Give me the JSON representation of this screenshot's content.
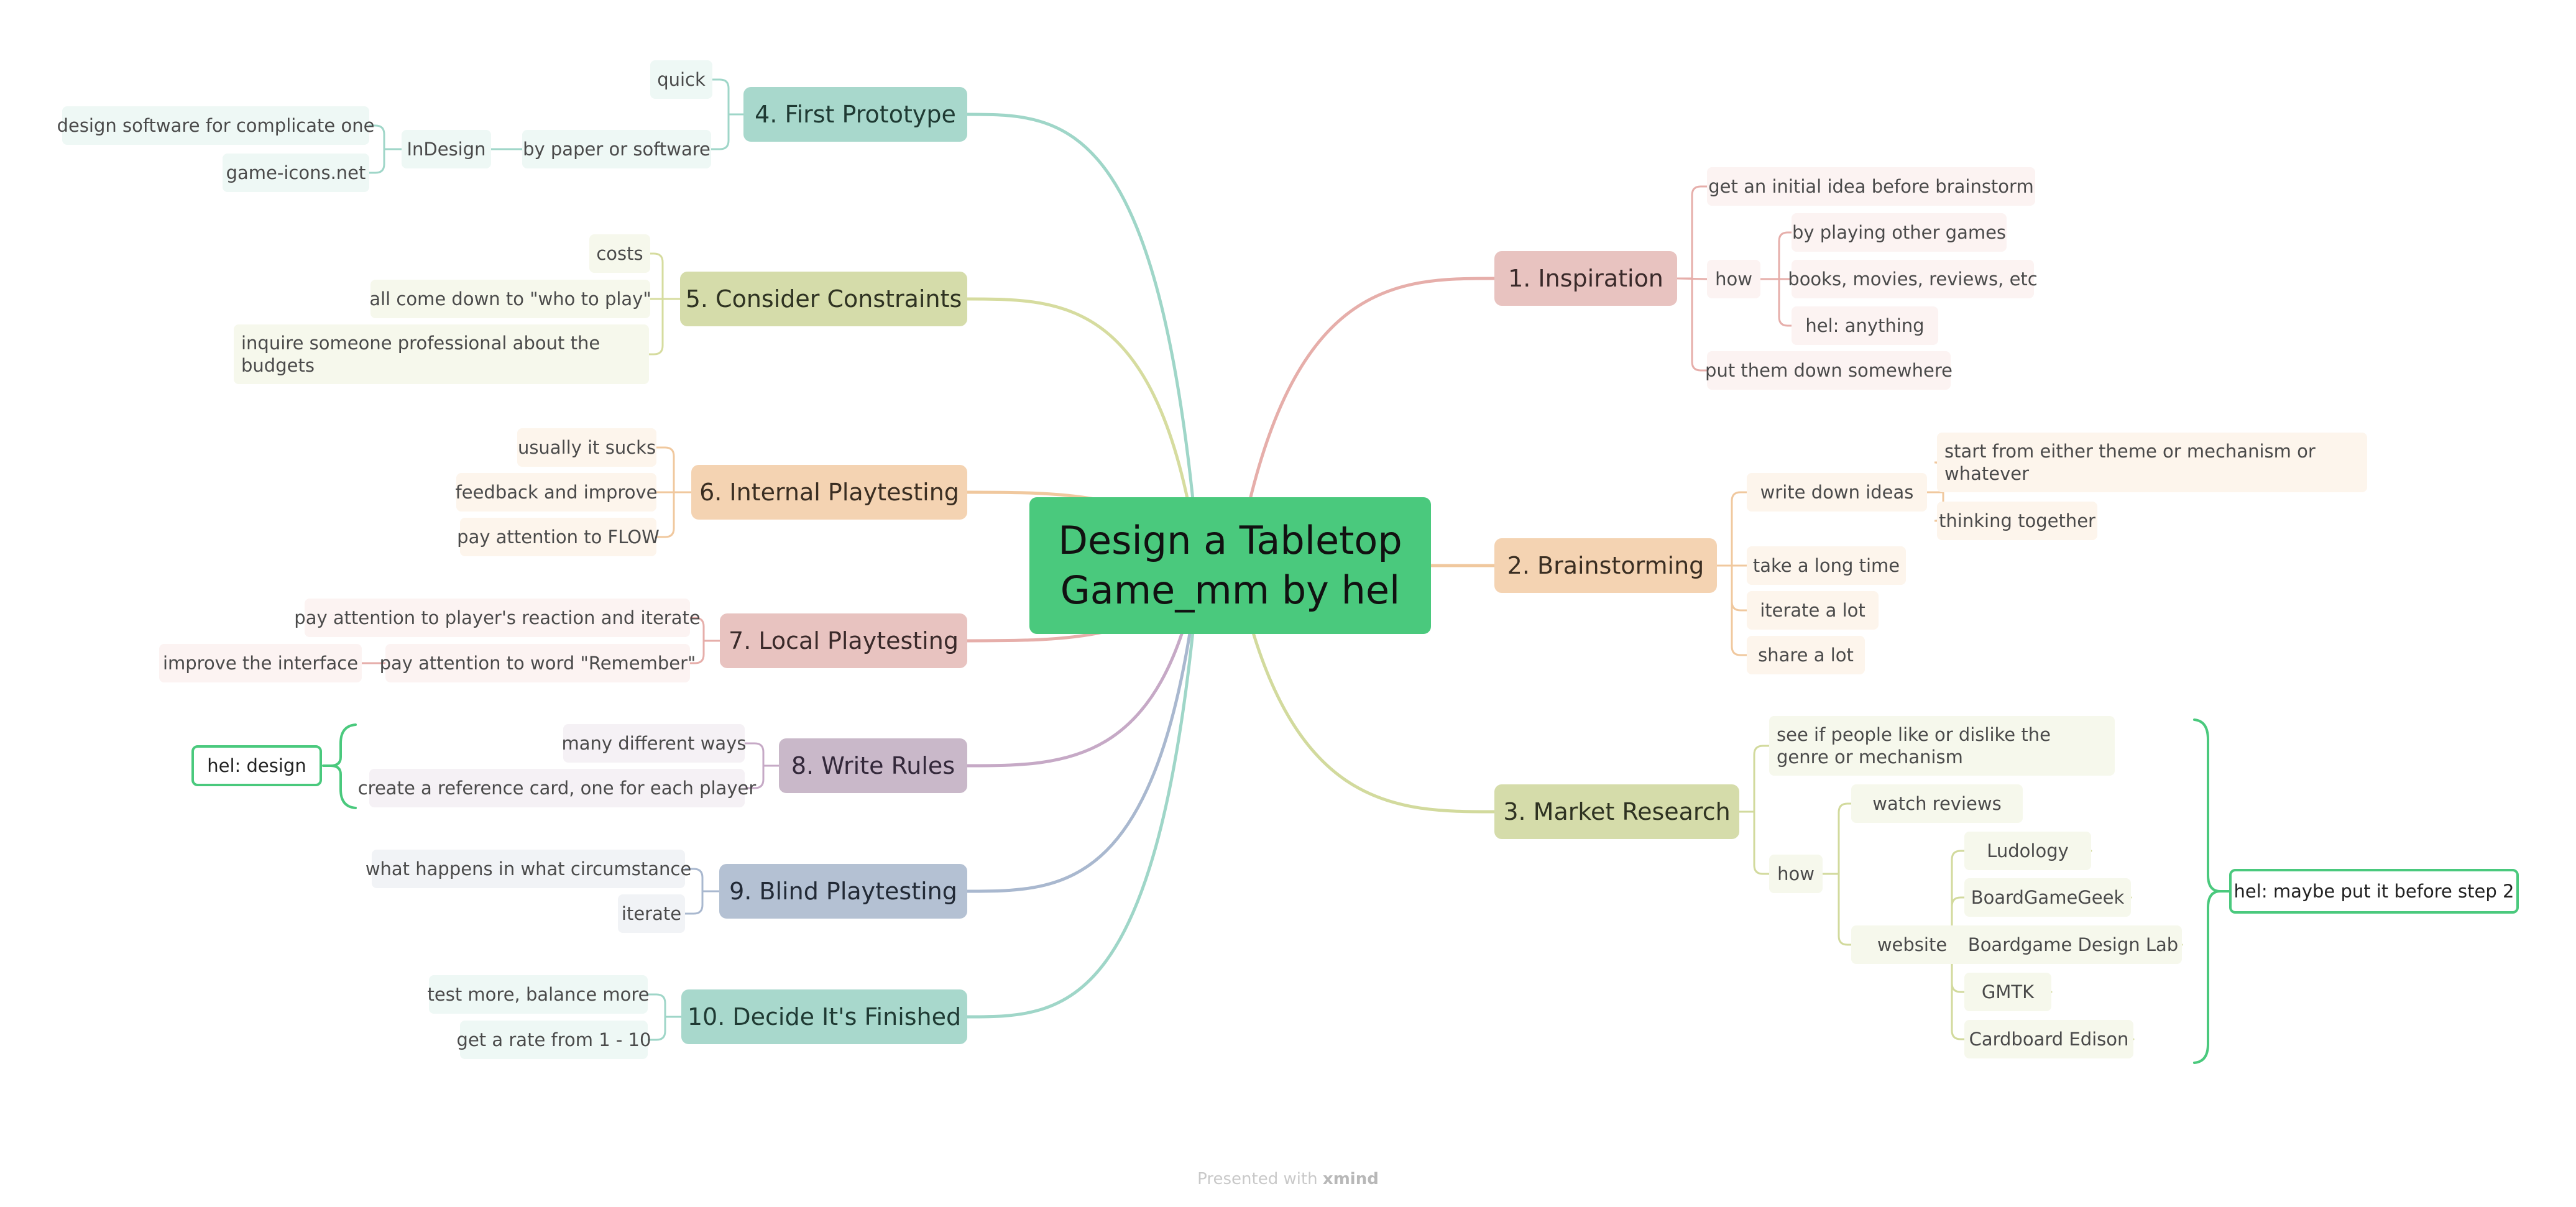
{
  "title": "Design a Tabletop Game_mm by hel",
  "footer": {
    "presented": "Presented with",
    "brand": "xmind"
  },
  "colors": {
    "root": "#4ac97d",
    "note_border": "#4ac97d",
    "b1": {
      "fill": "#e8c3c0",
      "text": "#3a2a2a",
      "leaf": "#fcf3f2",
      "line": "#e6aeaa"
    },
    "b2": {
      "fill": "#f4d3b2",
      "text": "#3a2e22",
      "leaf": "#fdf5ec",
      "line": "#f0c89e"
    },
    "b3": {
      "fill": "#d5dcaa",
      "text": "#2f3322",
      "leaf": "#f6f8ec",
      "line": "#d2da9d"
    },
    "b4": {
      "fill": "#a8d8cc",
      "text": "#1f3a33",
      "leaf": "#eef8f5",
      "line": "#9fd6c8"
    },
    "b5": {
      "fill": "#d5dcaa",
      "text": "#2f3322",
      "leaf": "#f6f8ec",
      "line": "#d6dc9f"
    },
    "b6": {
      "fill": "#f4d3b2",
      "text": "#3a2e22",
      "leaf": "#fdf5ec",
      "line": "#f0c89e"
    },
    "b7": {
      "fill": "#e8c3c0",
      "text": "#3a2a2a",
      "leaf": "#fcf3f2",
      "line": "#e6aeaa"
    },
    "b8": {
      "fill": "#c9b8c9",
      "text": "#33283a",
      "leaf": "#f5f1f5",
      "line": "#c6a9c6"
    },
    "b9": {
      "fill": "#b4c1d3",
      "text": "#222a36",
      "leaf": "#f1f3f6",
      "line": "#a9b8cf"
    },
    "b10": {
      "fill": "#a8d8cc",
      "text": "#1f3a33",
      "leaf": "#eef8f5",
      "line": "#9fd6c8"
    }
  },
  "mindmap": {
    "b1": {
      "label": "1. Inspiration",
      "items": {
        "initial": "get an initial idea before brainstorm",
        "how": "how",
        "playing": "by playing other games",
        "books": "books, movies, reviews, etc",
        "anything": "hel: anything",
        "putdown": "put them down somewhere"
      }
    },
    "b2": {
      "label": "2. Brainstorming",
      "items": {
        "write": "write down ideas",
        "start": "start from either theme or mechanism or whatever",
        "together": "thinking together",
        "long": "take a long time",
        "iterate": "iterate a lot",
        "share": "share a lot"
      }
    },
    "b3": {
      "label": "3. Market Research",
      "items": {
        "see": "see if people like or dislike the genre or mechanism",
        "how": "how",
        "watch": "watch reviews",
        "website": "website",
        "ludology": "Ludology",
        "bgg": "BoardGameGeek",
        "lab": "Boardgame Design Lab",
        "gmtk": "GMTK",
        "cardboard": "Cardboard Edison"
      },
      "note": "hel: maybe put it before step 2"
    },
    "b4": {
      "label": "4. First Prototype",
      "items": {
        "quick": "quick",
        "paper": "by paper or software",
        "indesign": "InDesign",
        "software": "design software for complicate one",
        "icons": "game-icons.net"
      }
    },
    "b5": {
      "label": "5. Consider Constraints",
      "items": {
        "costs": "costs",
        "who": "all come down to \"who to play\"",
        "inquire": "inquire someone professional about the budgets"
      }
    },
    "b6": {
      "label": "6. Internal Playtesting",
      "items": {
        "sucks": "usually it sucks",
        "feedback": "feedback and improve",
        "flow": "pay attention to FLOW"
      }
    },
    "b7": {
      "label": "7. Local Playtesting",
      "items": {
        "reaction": "pay attention to player's reaction and iterate",
        "remember": "pay attention to word \"Remember\"",
        "interface": "improve the interface"
      }
    },
    "b8": {
      "label": "8. Write Rules",
      "items": {
        "ways": "many different ways",
        "card": "create a reference card, one for each player"
      },
      "note": "hel: design"
    },
    "b9": {
      "label": "9. Blind Playtesting",
      "items": {
        "what": "what happens in what circumstance",
        "iterate": "iterate"
      }
    },
    "b10": {
      "label": "10. Decide It's Finished",
      "items": {
        "test": "test more, balance more",
        "rate": "get a rate from 1 - 10"
      }
    }
  }
}
